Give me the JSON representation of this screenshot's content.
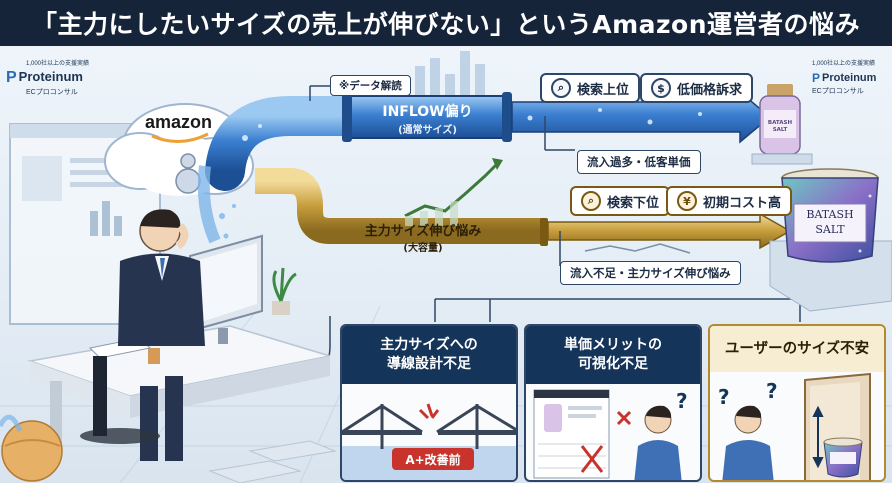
{
  "title": "「主力にしたいサイズの売上が伸びない」というAmazon運営者の悩み",
  "brand": {
    "support_note": "1,000社以上の支援実績",
    "name": "Proteinum",
    "sub": "ECプロコンサル"
  },
  "cloud": {
    "logo_text": "amazon"
  },
  "data_analysis_label": "※データ解読",
  "inflow_pipe": {
    "line1": "INFLOW偏り",
    "line2": "(通常サイズ)"
  },
  "main_pipe": {
    "line1": "主力サイズ伸び悩み",
    "line2": "(大容量)"
  },
  "top_pills": [
    {
      "icon": "search-icon",
      "label": "検索上位"
    },
    {
      "icon": "dollar-icon",
      "label": "低価格訴求"
    }
  ],
  "top_tag": "流入過多・低客単価",
  "bottom_pills": [
    {
      "icon": "search-icon",
      "label": "検索下位"
    },
    {
      "icon": "money-bag-icon",
      "label": "初期コスト高"
    }
  ],
  "bottom_tag": "流入不足・主力サイズ伸び悩み",
  "products": {
    "small_jar_text": "BATASH SALT",
    "big_tub_line1": "BATASH",
    "big_tub_line2": "SALT"
  },
  "cards": [
    {
      "title_line1": "主力サイズへの",
      "title_line2": "導線設計不足",
      "badge": "A+改善前"
    },
    {
      "title_line1": "単価メリットの",
      "title_line2": "可視化不足"
    },
    {
      "title": "ユーザーのサイズ不安"
    }
  ],
  "colors": {
    "navy": "#16243a",
    "blue_pipe": "#2f6fc4",
    "gold_pipe": "#b8902f",
    "red": "#c8342b"
  }
}
